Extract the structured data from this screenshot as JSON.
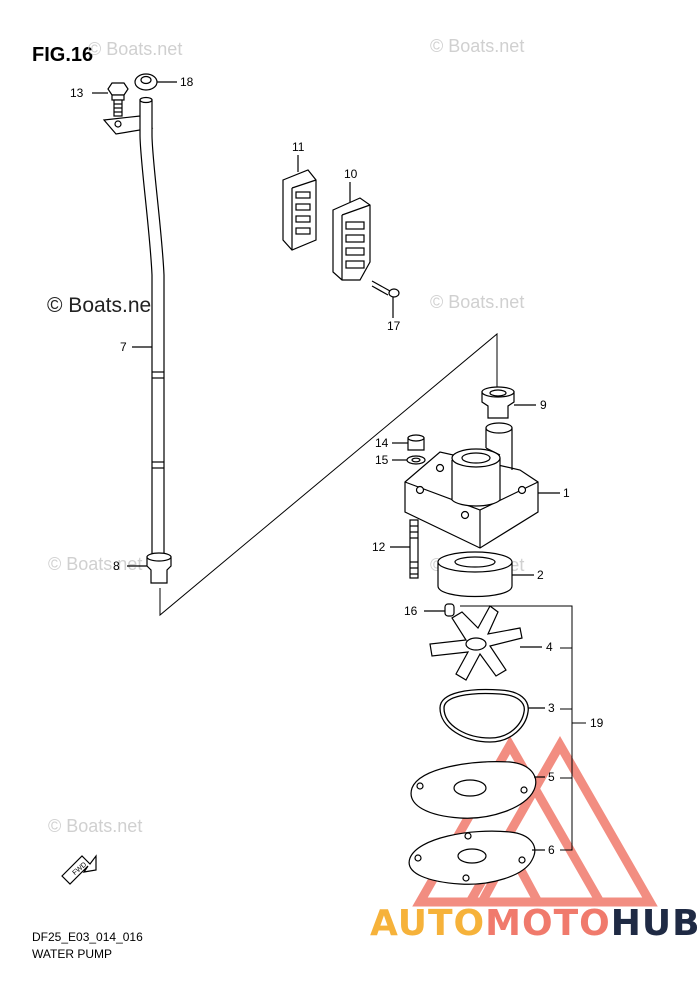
{
  "figure": {
    "title": "FIG.16",
    "code": "DF25_E03_014_016",
    "caption": "WATER PUMP",
    "fwd": "FWD"
  },
  "watermarks": [
    "© Boats.net",
    "© Boats.net",
    "© Boats.net",
    "© Boats.net",
    "© Boats.net",
    "© Boats.net",
    "© Boats.net"
  ],
  "callouts": {
    "n1": "1",
    "n2": "2",
    "n3": "3",
    "n4": "4",
    "n5": "5",
    "n6": "6",
    "n7": "7",
    "n8": "8",
    "n9": "9",
    "n10": "10",
    "n11": "11",
    "n12": "12",
    "n13": "13",
    "n14": "14",
    "n15": "15",
    "n16": "16",
    "n17": "17",
    "n18": "18",
    "n19": "19"
  },
  "brand": {
    "part1": "AUTO",
    "part2": "MOTO",
    "part3": "HUB"
  },
  "colors": {
    "brand_yellow": "#f6b23a",
    "brand_red": "#f07a6c",
    "brand_dark": "#1f2a44",
    "line": "#000000"
  }
}
